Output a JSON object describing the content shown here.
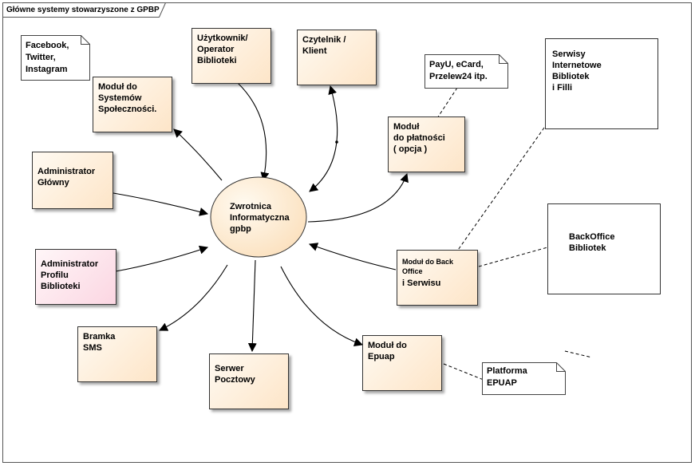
{
  "title": "Główne systemy stowarzyszone z GPBP",
  "hub": {
    "label": "Zwrotnica\nInformatyczna\ngpbp"
  },
  "boxes": {
    "social_module": "Moduł do\nSystemów\nSpołeczności.",
    "user_operator": "Użytkownik/\nOperator\nBiblioteki",
    "reader_client": "Czytelnik /\nKlient",
    "payment_module": "Moduł\ndo płatności\n( opcja )",
    "admin_main": "Administrator\nGłówny",
    "admin_profile": "Administrator\nProfilu\nBiblioteki",
    "sms_gateway": "Bramka\nSMS",
    "mail_server": "Serwer\nPocztowy",
    "epuap_module": "Moduł do\nEpuap",
    "backoffice_module_title": "Moduł do Back\nOffice",
    "backoffice_module_sub": "i Serwisu",
    "library_websites": "Serwisy\nInternetowe\nBibliotek\ni Filli",
    "backoffice_libraries": "BackOffice\nBibliotek"
  },
  "notes": {
    "social_networks": "Facebook,\nTwitter,\nInstagram",
    "payment_providers": "PayU, eCard,\nPrzelew24 itp.",
    "epuap_platform": "Platforma\nEPUAP"
  }
}
